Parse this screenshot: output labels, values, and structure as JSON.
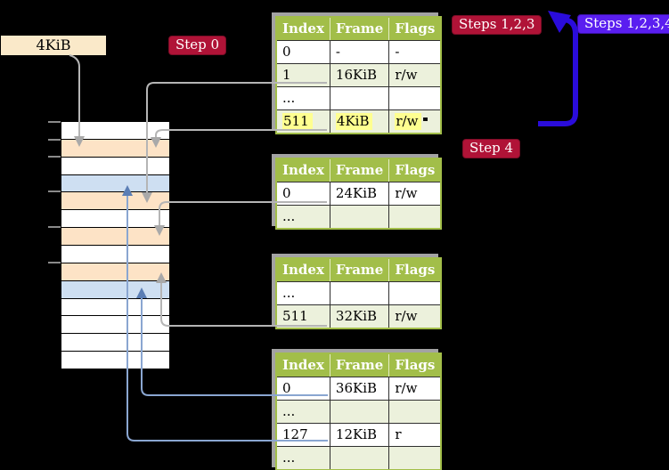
{
  "labels": {
    "page_size": "4KiB",
    "step0": "Step 0",
    "steps123": "Steps 1,2,3",
    "steps1234": "Steps 1,2,3,4",
    "step4": "Step 4"
  },
  "colors": {
    "background": "#000000",
    "badge_red": "#b01337",
    "badge_blue": "#5a1ef0",
    "arrow_blue": "#2a0cdb",
    "table_header_green": "#a2be49",
    "table_row_green": "#ecf1dc",
    "highlight_yellow": "#feff90",
    "connector_gray": "#b5b5b5",
    "connector_blue": "#8aa6d1",
    "label_cream": "#fae9c9",
    "stack": {
      "white": "#ffffff",
      "peach": "#fde3c6",
      "blue": "#cedff2"
    }
  },
  "memory_stack": {
    "rows": [
      "white",
      "peach",
      "white",
      "blue",
      "peach",
      "white",
      "peach",
      "white",
      "peach",
      "blue",
      "white",
      "white",
      "white",
      "white"
    ]
  },
  "tables": [
    {
      "headers": [
        "Index",
        "Frame",
        "Flags"
      ],
      "rows": [
        [
          "0",
          "-",
          "-"
        ],
        [
          "1",
          "16KiB",
          "r/w"
        ],
        [
          "...",
          "",
          ""
        ],
        [
          "511",
          "4KiB",
          "r/w"
        ]
      ],
      "highlight_row": 3
    },
    {
      "headers": [
        "Index",
        "Frame",
        "Flags"
      ],
      "rows": [
        [
          "0",
          "24KiB",
          "r/w"
        ],
        [
          "...",
          "",
          ""
        ]
      ],
      "highlight_row": -1
    },
    {
      "headers": [
        "Index",
        "Frame",
        "Flags"
      ],
      "rows": [
        [
          "...",
          "",
          ""
        ],
        [
          "511",
          "32KiB",
          "r/w"
        ]
      ],
      "highlight_row": -1
    },
    {
      "headers": [
        "Index",
        "Frame",
        "Flags"
      ],
      "rows": [
        [
          "0",
          "36KiB",
          "r/w"
        ],
        [
          "...",
          "",
          ""
        ],
        [
          "127",
          "12KiB",
          "r"
        ],
        [
          "...",
          "",
          ""
        ]
      ],
      "highlight_row": -1
    }
  ]
}
